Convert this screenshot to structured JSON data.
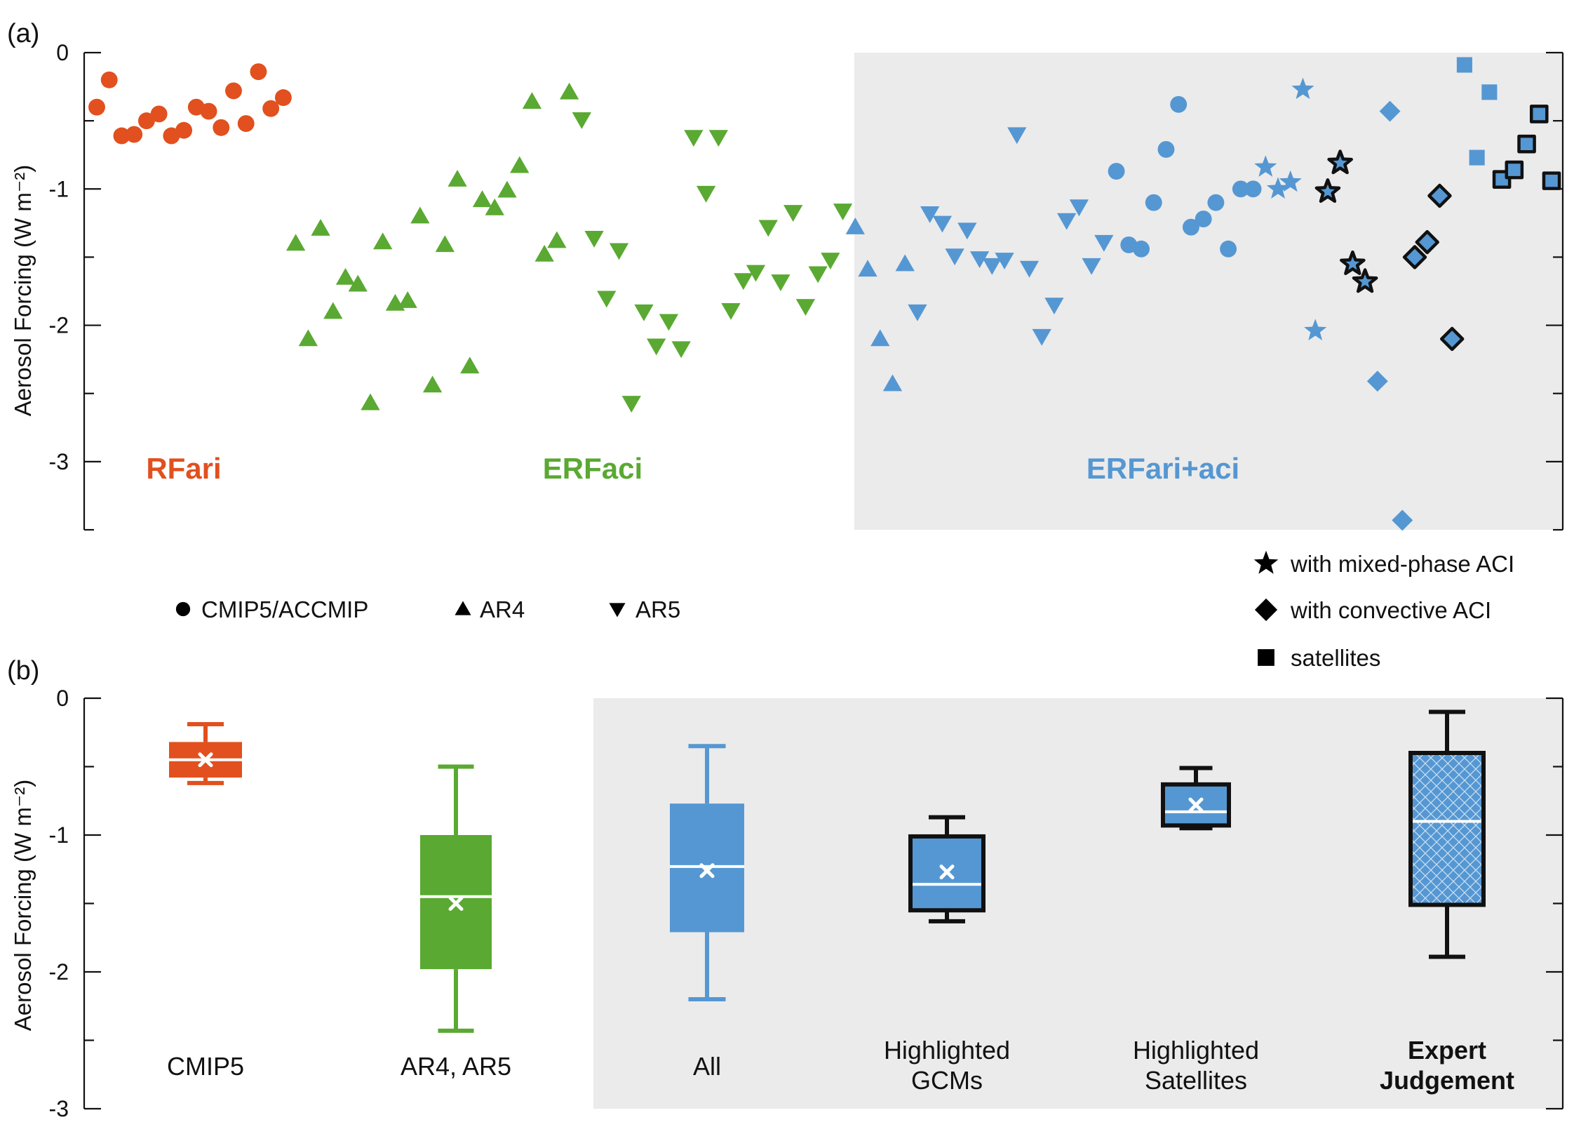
{
  "colors": {
    "rfari": "#e1501e",
    "erfaci": "#5aa932",
    "erfari_aci": "#5597d2",
    "shade": "#ebebeb",
    "outline": "#111111"
  },
  "chart_data": [
    {
      "type": "scatter",
      "panel_label": "(a)",
      "ylabel": "Aerosol Forcing (W m⁻²)",
      "ylim": [
        -3.5,
        0
      ],
      "yticks": [
        0,
        -1,
        -2,
        -3
      ],
      "ytick_labels": [
        "0",
        "-1",
        "-2",
        "-3"
      ],
      "groups": [
        {
          "name": "RFari",
          "color": "#e1501e",
          "series": [
            {
              "marker": "circle",
              "x": [
                1,
                2,
                3,
                4,
                5,
                6,
                7,
                8,
                9,
                10,
                11,
                12,
                13,
                14,
                15,
                16
              ],
              "y": [
                -0.4,
                -0.2,
                -0.61,
                -0.6,
                -0.5,
                -0.45,
                -0.61,
                -0.57,
                -0.4,
                -0.43,
                -0.55,
                -0.28,
                -0.52,
                -0.14,
                -0.41,
                -0.33
              ]
            }
          ]
        },
        {
          "name": "ERFaci",
          "color": "#5aa932",
          "series": [
            {
              "marker": "triangle-up",
              "x": [
                17,
                18,
                19,
                20,
                21,
                22,
                23,
                24,
                25,
                26,
                27,
                28,
                29,
                30,
                31,
                32,
                33,
                34,
                35,
                36,
                37,
                38,
                39
              ],
              "y": [
                -1.4,
                -2.1,
                -1.29,
                -1.9,
                -1.65,
                -1.7,
                -2.57,
                -1.39,
                -1.84,
                -1.82,
                -1.2,
                -2.44,
                -1.41,
                -0.93,
                -2.3,
                -1.08,
                -1.14,
                -1.01,
                -0.83,
                -0.36,
                -1.48,
                -1.38,
                -0.29
              ]
            },
            {
              "marker": "triangle-down",
              "x": [
                40,
                41,
                42,
                43,
                44,
                45,
                46,
                47,
                48,
                49,
                50,
                51,
                52,
                53,
                54,
                55,
                56,
                57,
                58,
                59,
                60,
                61
              ],
              "y": [
                -0.49,
                -1.36,
                -1.8,
                -1.45,
                -2.57,
                -1.9,
                -2.15,
                -1.97,
                -2.17,
                -0.62,
                -1.03,
                -0.62,
                -1.89,
                -1.67,
                -1.61,
                -1.28,
                -1.68,
                -1.17,
                -1.86,
                -1.62,
                -1.52,
                -1.16
              ]
            }
          ]
        },
        {
          "name": "ERFari+aci",
          "color": "#5597d2",
          "series": [
            {
              "marker": "triangle-up",
              "x": [
                62,
                63,
                64,
                65,
                66
              ],
              "y": [
                -1.28,
                -1.59,
                -2.1,
                -2.43,
                -1.55
              ]
            },
            {
              "marker": "triangle-down",
              "x": [
                67,
                68,
                69,
                70,
                71,
                72,
                73,
                74,
                75,
                76,
                77,
                78,
                79,
                80,
                81,
                82
              ],
              "y": [
                -1.9,
                -1.18,
                -1.25,
                -1.49,
                -1.3,
                -1.51,
                -1.56,
                -1.52,
                -0.6,
                -1.58,
                -2.08,
                -1.85,
                -1.23,
                -1.13,
                -1.56,
                -1.39
              ]
            },
            {
              "marker": "circle",
              "x": [
                83,
                84,
                85,
                86,
                87,
                88,
                89,
                90,
                91,
                92,
                93,
                94
              ],
              "y": [
                -0.87,
                -1.41,
                -1.44,
                -1.1,
                -0.71,
                -0.38,
                -1.28,
                -1.22,
                -1.1,
                -1.44,
                -1.0,
                -1.0
              ]
            },
            {
              "marker": "star",
              "x": [
                95,
                96,
                97,
                98,
                99
              ],
              "y": [
                -0.84,
                -1.0,
                -0.95,
                -0.27,
                -2.04
              ]
            },
            {
              "marker": "star",
              "outlined": true,
              "x": [
                100,
                101,
                102,
                103
              ],
              "y": [
                -1.02,
                -0.81,
                -1.55,
                -1.68
              ]
            },
            {
              "marker": "diamond",
              "x": [
                104,
                105,
                106
              ],
              "y": [
                -2.41,
                -0.43,
                -3.43
              ]
            },
            {
              "marker": "diamond",
              "outlined": true,
              "x": [
                107,
                108,
                109,
                110
              ],
              "y": [
                -1.5,
                -1.39,
                -1.05,
                -2.1
              ]
            },
            {
              "marker": "square",
              "x": [
                111,
                112,
                113
              ],
              "y": [
                -0.09,
                -0.77,
                -0.29
              ]
            },
            {
              "marker": "square",
              "outlined": true,
              "x": [
                114,
                115,
                116,
                117,
                118
              ],
              "y": [
                -0.93,
                -0.86,
                -0.67,
                -0.45,
                -0.94
              ]
            }
          ]
        }
      ],
      "legend": [
        {
          "marker": "circle",
          "label": "CMIP5/ACCMIP"
        },
        {
          "marker": "triangle-up",
          "label": "AR4"
        },
        {
          "marker": "triangle-down",
          "label": "AR5"
        },
        {
          "marker": "star",
          "label": "with mixed-phase ACI"
        },
        {
          "marker": "diamond",
          "label": "with convective ACI"
        },
        {
          "marker": "square",
          "label": "satellites"
        }
      ]
    },
    {
      "type": "box",
      "panel_label": "(b)",
      "ylabel": "Aerosol Forcing (W m⁻²)",
      "ylim": [
        -3.0,
        0
      ],
      "yticks": [
        0,
        -1,
        -2,
        -3
      ],
      "ytick_labels": [
        "0",
        "-1",
        "-2",
        "-3"
      ],
      "categories": [
        "CMIP5",
        "AR4, AR5",
        "All",
        "Highlighted GCMs",
        "Highlighted Satellites",
        "Expert Judgement"
      ],
      "category_lines": [
        [
          "CMIP5"
        ],
        [
          "AR4, AR5"
        ],
        [
          "All"
        ],
        [
          "Highlighted",
          "GCMs"
        ],
        [
          "Highlighted",
          "Satellites"
        ],
        [
          "Expert",
          "Judgement"
        ]
      ],
      "boxes": [
        {
          "whisker_high": -0.19,
          "q3": -0.32,
          "median": -0.45,
          "q1": -0.58,
          "whisker_low": -0.62,
          "mean": -0.45,
          "color": "#e1501e",
          "outlined": false,
          "hatched": false,
          "label_bold": false
        },
        {
          "whisker_high": -0.5,
          "q3": -1.0,
          "median": -1.45,
          "q1": -1.98,
          "whisker_low": -2.43,
          "mean": -1.5,
          "color": "#5aa932",
          "outlined": false,
          "hatched": false,
          "label_bold": false
        },
        {
          "whisker_high": -0.35,
          "q3": -0.77,
          "median": -1.23,
          "q1": -1.71,
          "whisker_low": -2.2,
          "mean": -1.26,
          "color": "#5597d2",
          "outlined": false,
          "hatched": false,
          "label_bold": false
        },
        {
          "whisker_high": -0.87,
          "q3": -1.01,
          "median": -1.36,
          "q1": -1.55,
          "whisker_low": -1.63,
          "mean": -1.27,
          "color": "#5597d2",
          "outlined": true,
          "hatched": false,
          "label_bold": false
        },
        {
          "whisker_high": -0.51,
          "q3": -0.63,
          "median": -0.83,
          "q1": -0.93,
          "whisker_low": -0.95,
          "mean": -0.78,
          "color": "#5597d2",
          "outlined": true,
          "hatched": false,
          "label_bold": false
        },
        {
          "whisker_high": -0.1,
          "q3": -0.4,
          "median": -0.9,
          "q1": -1.51,
          "whisker_low": -1.89,
          "mean": null,
          "color": "#5597d2",
          "outlined": true,
          "hatched": true,
          "label_bold": true
        }
      ]
    }
  ]
}
